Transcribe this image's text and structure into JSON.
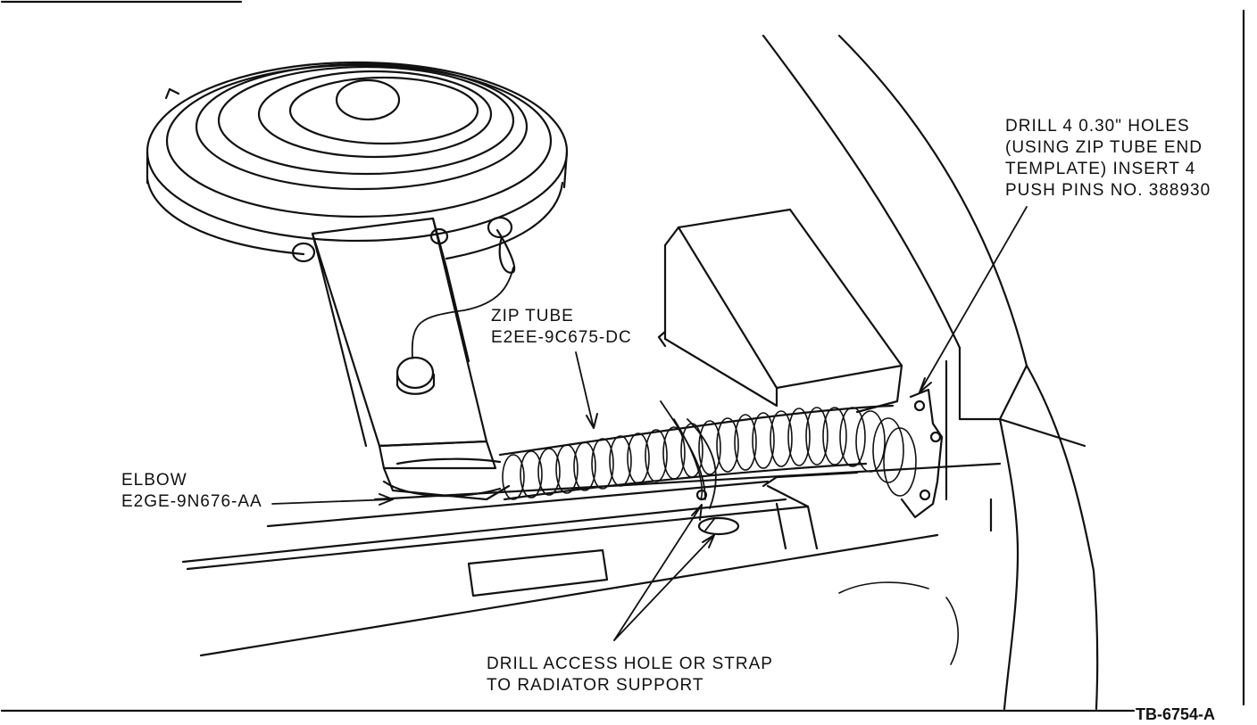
{
  "labels": {
    "drill_holes": {
      "line1": "DRILL 4 0.30\" HOLES",
      "line2": "(USING ZIP TUBE END",
      "line3": "TEMPLATE) INSERT 4",
      "line4": "PUSH PINS NO. 388930"
    },
    "zip_tube": {
      "line1": "ZIP TUBE",
      "line2": "E2EE-9C675-DC"
    },
    "elbow": {
      "line1": "ELBOW",
      "line2": "E2GE-9N676-AA"
    },
    "access_hole": {
      "line1": "DRILL ACCESS HOLE OR STRAP",
      "line2": "TO RADIATOR SUPPORT"
    },
    "figure_id": "TB-6754-A"
  }
}
